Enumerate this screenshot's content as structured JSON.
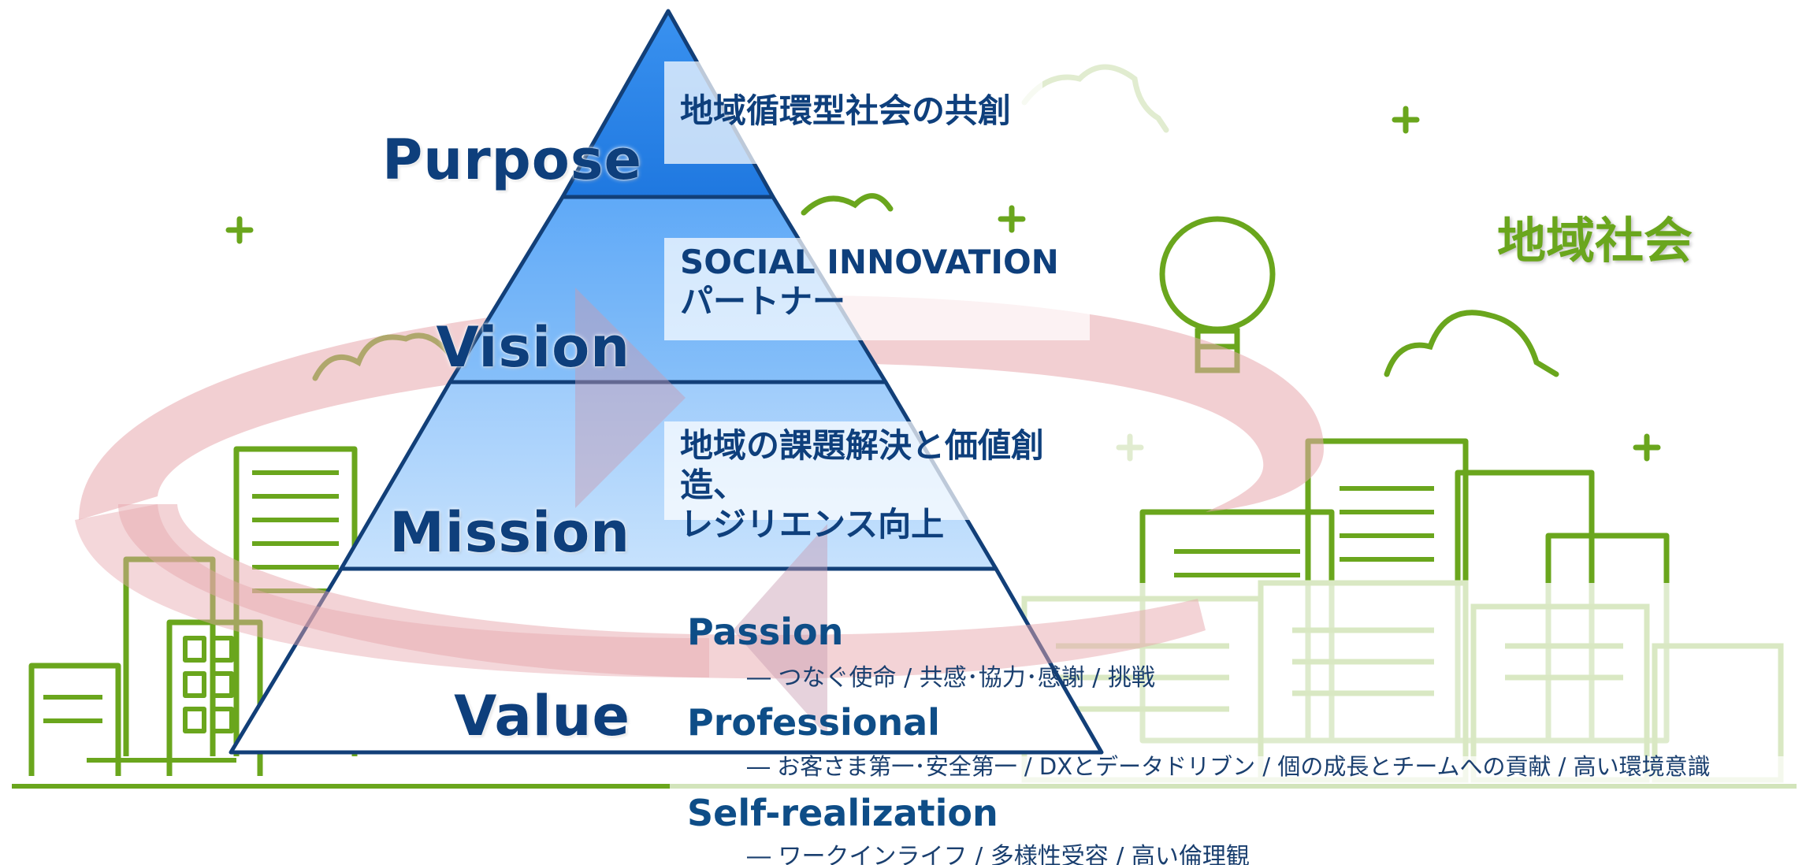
{
  "community_label": "地域社会",
  "pyramid": {
    "purpose": {
      "label": "Purpose",
      "statement": "地域循環型社会の共創"
    },
    "vision": {
      "label": "Vision",
      "statement_line1": "SOCIAL INNOVATION",
      "statement_line2": "パートナー"
    },
    "mission": {
      "label": "Mission",
      "statement_line1": "地域の課題解決と価値創造、",
      "statement_line2": "レジリエンス向上"
    },
    "value": {
      "label": "Value"
    }
  },
  "values": [
    {
      "title": "Passion",
      "detail": "― つなぐ使命 / 共感･協力･感謝 / 挑戦"
    },
    {
      "title": "Professional",
      "detail": "― お客さま第一･安全第一 / DXとデータドリブン / 個の成長とチームへの貢献 / 高い環境意識"
    },
    {
      "title": "Self-realization",
      "detail": "― ワークインライフ / 多様性受容 / 高い倫理観"
    }
  ],
  "colors": {
    "navy": "#0e3f7c",
    "pyramid_top": "#2c83e8",
    "pyramid_mid": "#7cb8fa",
    "pyramid_low": "#b9dafd",
    "city_green": "#6aa61d",
    "arrow_pink": "#e7a7ad"
  }
}
